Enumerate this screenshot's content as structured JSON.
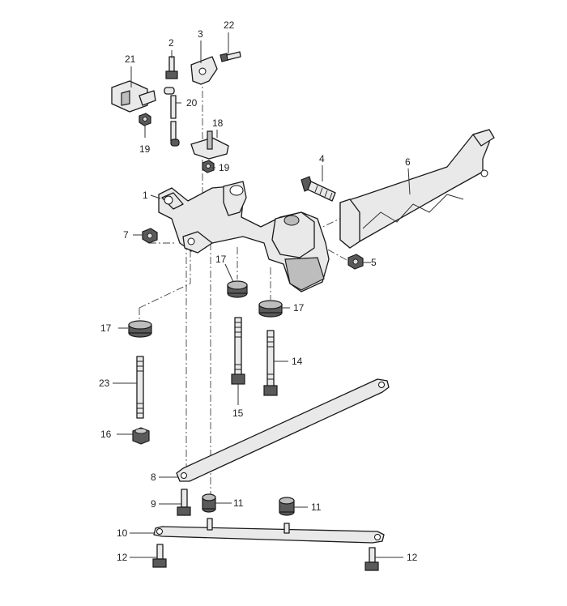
{
  "callouts": {
    "c1": "1",
    "c2": "2",
    "c3": "3",
    "c4": "4",
    "c5": "5",
    "c6": "6",
    "c7": "7",
    "c8": "8",
    "c9": "9",
    "c10": "10",
    "c11a": "11",
    "c11b": "11",
    "c12a": "12",
    "c12b": "12",
    "c14": "14",
    "c15": "15",
    "c16": "16",
    "c17a": "17",
    "c17b": "17",
    "c17c": "17",
    "c18": "18",
    "c19a": "19",
    "c19b": "19",
    "c20": "20",
    "c21": "21",
    "c22": "22",
    "c23": "23"
  }
}
